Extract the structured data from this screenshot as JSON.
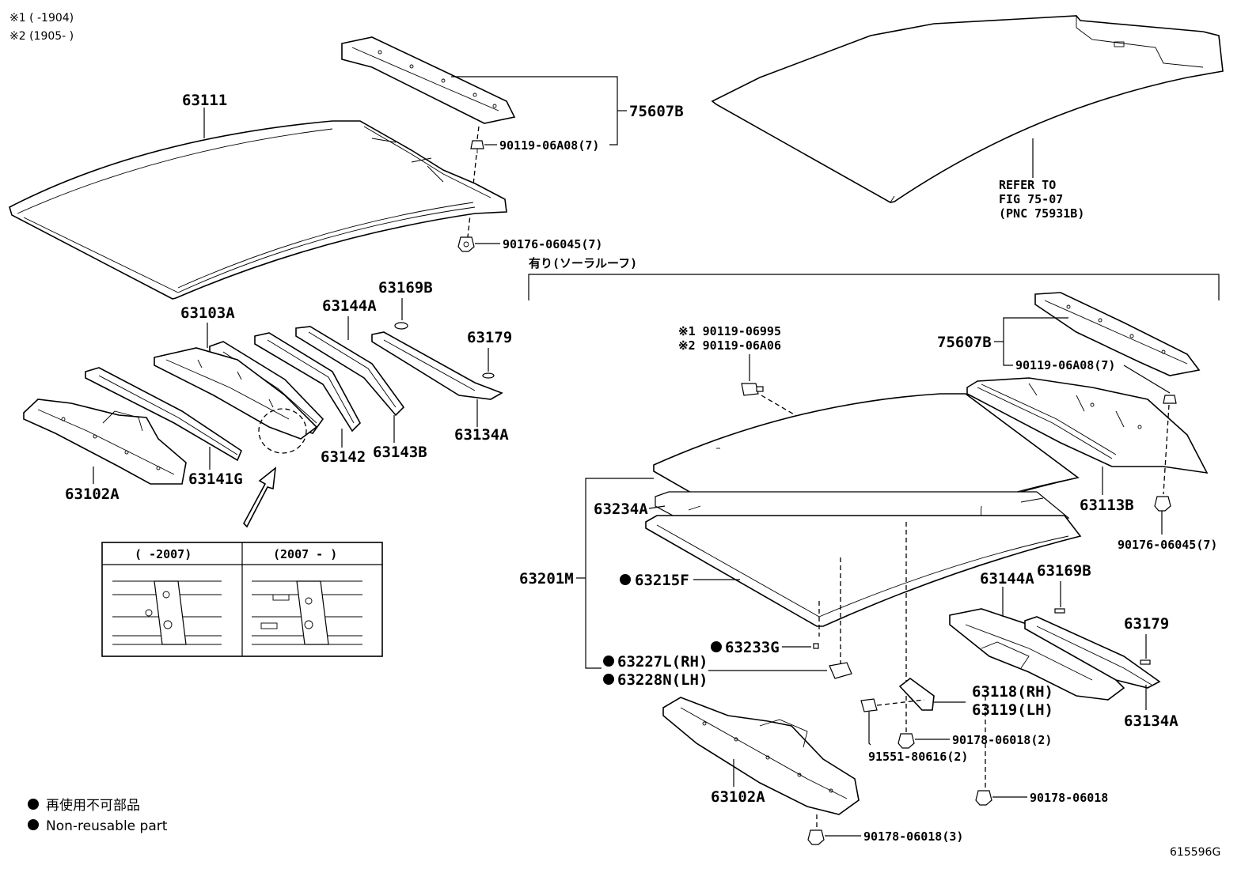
{
  "notes": {
    "note1": "※1 (    -1904)",
    "note2": "※2 (1905-    )"
  },
  "left": {
    "p63111": "63111",
    "p75607B": "75607B",
    "f90119": "90119-06A08(7)",
    "f90176": "90176-06045(7)",
    "p63103A": "63103A",
    "p63144A": "63144A",
    "p63169B": "63169B",
    "p63179": "63179",
    "p63102A": "63102A",
    "p63141G": "63141G",
    "p63142": "63142",
    "p63143B": "63143B",
    "p63134A": "63134A",
    "inset_left": "(    -2007)",
    "inset_right": "(2007 -    )"
  },
  "headliner": {
    "refer1": "REFER TO",
    "refer2": "FIG 75-07",
    "refer3": "(PNC 75931B)"
  },
  "solar": {
    "title": "有り(ソーラルーフ)",
    "f06995": "※1 90119-06995",
    "f06A06": "※2 90119-06A06",
    "p75607B": "75607B",
    "f90119": "90119-06A08(7)",
    "p63113B": "63113B",
    "f90176": "90176-06045(7)",
    "p63234A": "63234A",
    "p63201M": "63201M",
    "p63215F": "63215F",
    "p63233G": "63233G",
    "p63227L": "63227L(RH)",
    "p63228N": "63228N(LH)",
    "p63144A": "63144A",
    "p63169B": "63169B",
    "p63179": "63179",
    "p63118": "63118(RH)",
    "p63119": "63119(LH)",
    "p63134A": "63134A",
    "f91551": "91551-80616(2)",
    "f90178a": "90178-06018(2)",
    "f90178b": "90178-06018",
    "f90178c": "90178-06018(3)",
    "p63102A": "63102A"
  },
  "legend": {
    "jp": "再使用不可部品",
    "en": "Non-reusable part"
  },
  "figure_id": "615596G"
}
